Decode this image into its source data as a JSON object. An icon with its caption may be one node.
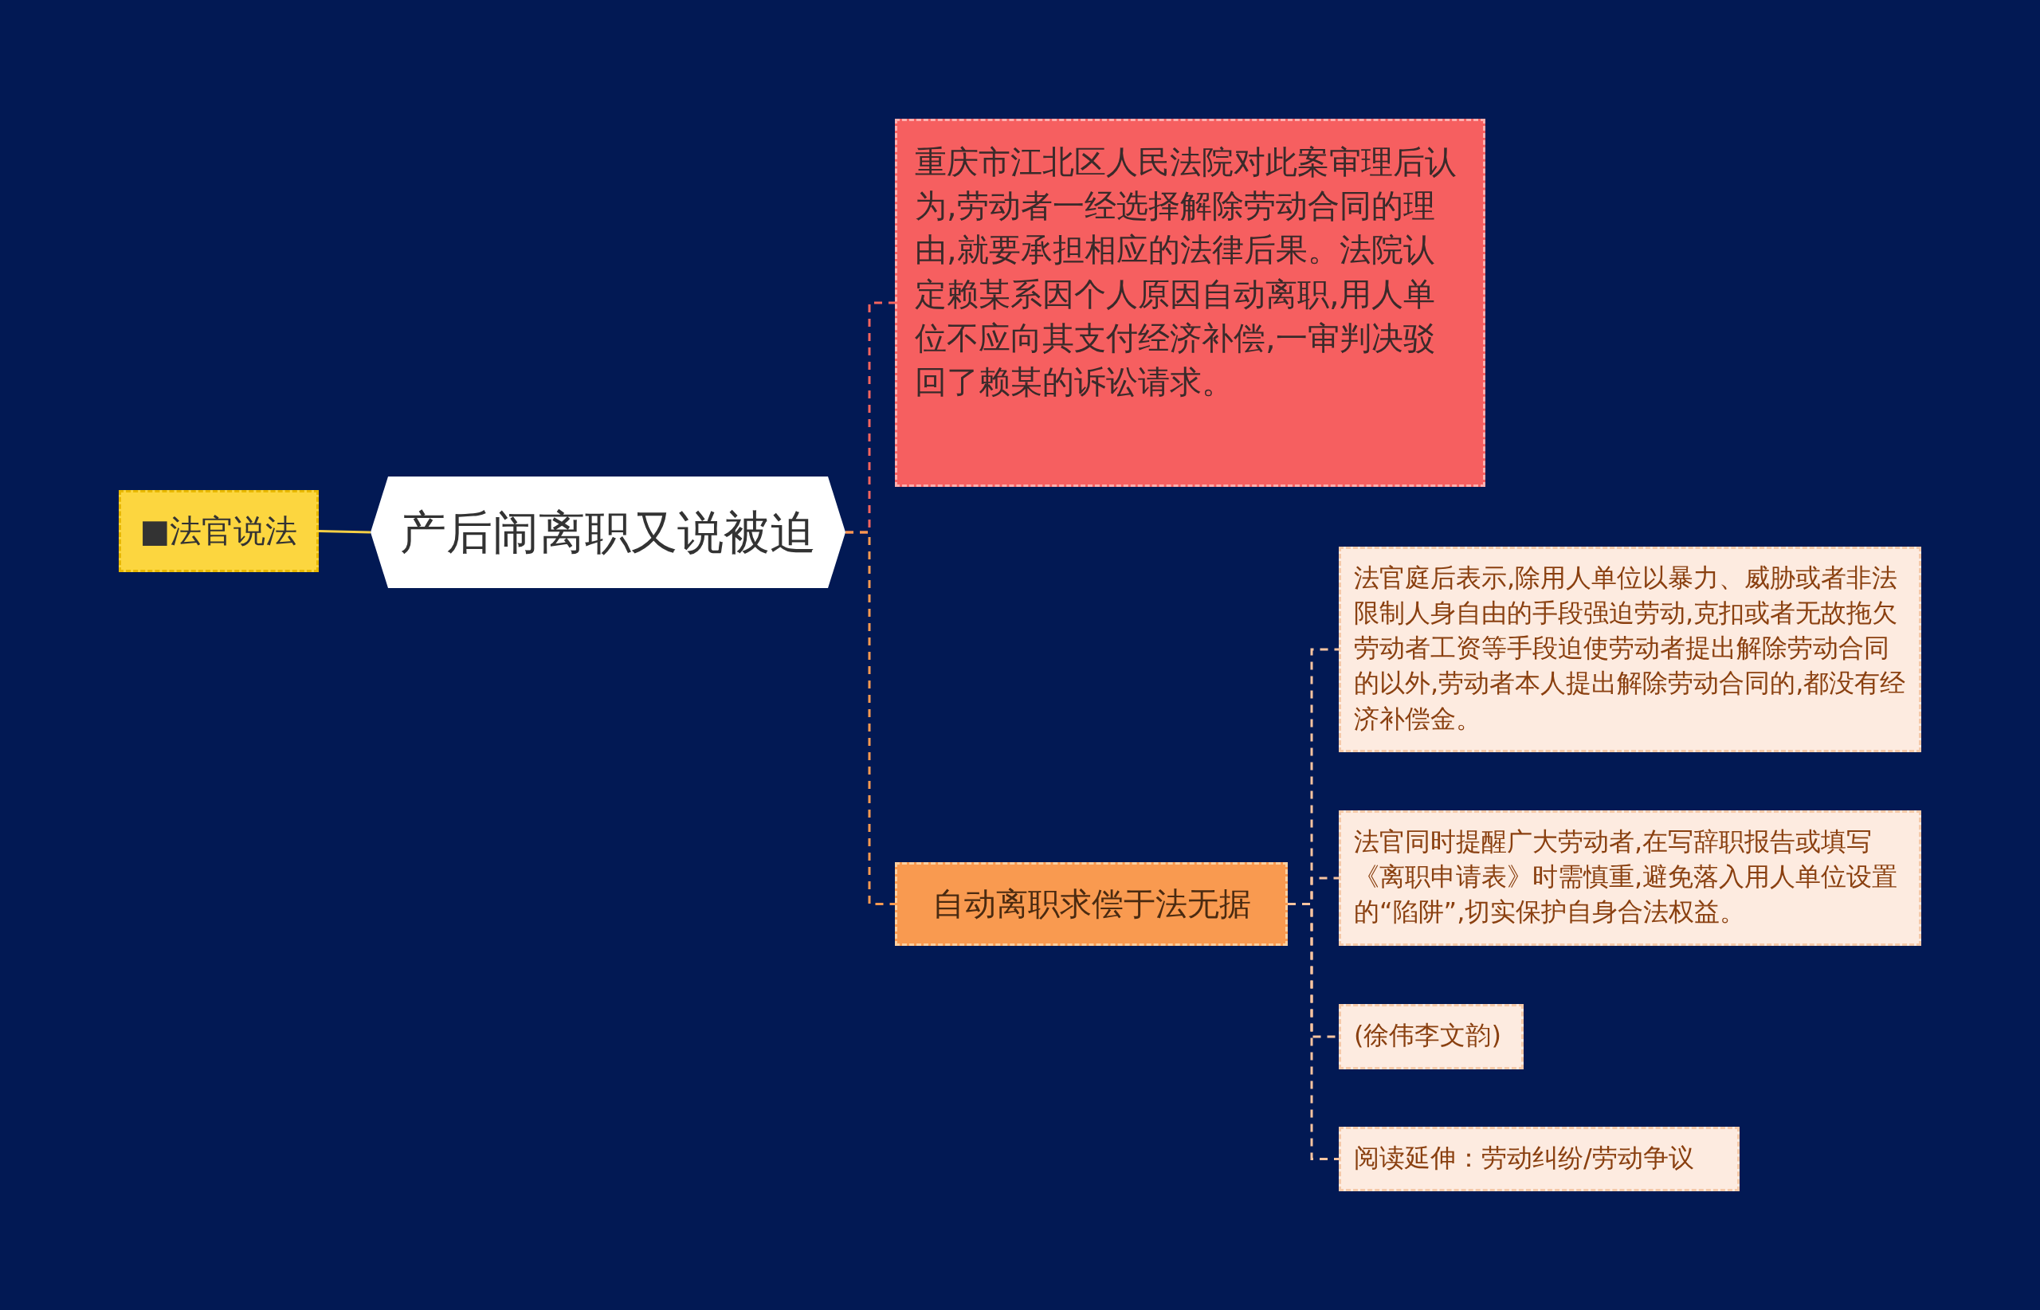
{
  "diagram": {
    "nodes": [
      {
        "text": [
          "产后闹离职又说被迫"
        ]
      },
      {
        "text": [
          "■法官说法"
        ]
      },
      {
        "text": [
          "重庆市江北区人民法院对此案审理后认为,劳动者一经选择解除劳动合同的理由,就要承担相应的法律后果。法院认定赖某系因个人原因自动离职,用人单位不应向其支付经济补偿,一审判决驳回了赖某的诉讼请求。"
        ]
      },
      {
        "text": [
          "自动离职求偿于法无据"
        ]
      },
      {
        "text": [
          "法官庭后表示,除用人单位以暴力、威胁或者非法限制人身自由的手段强迫劳动,克扣或者无故拖欠劳动者工资等手段迫使劳动者提出解除劳动合同的以外,劳动者本人提出解除劳动合同的,都没有经济补偿金。"
        ]
      },
      {
        "text": [
          "法官同时提醒广大劳动者,在写辞职报告或填写《离职申请表》时需慎重,避免落入用人单位设置的“陷阱”,切实保护自身合法权益。"
        ]
      },
      {
        "text": [
          "(徐伟李文韵)"
        ]
      },
      {
        "text": [
          "阅读延伸：劳动纠纷/劳动争议"
        ]
      }
    ],
    "edges": [
      {
        "from": 0,
        "to": 1,
        "arrow": "none",
        "color": "#f5cf45"
      },
      {
        "from": 0,
        "to": 2,
        "arrow": "none",
        "style": "dashed",
        "color": "#f4645e"
      },
      {
        "from": 0,
        "to": 3,
        "arrow": "none",
        "style": "dashed",
        "color": "#f99a50"
      },
      {
        "from": 3,
        "to": 4,
        "arrow": "none",
        "style": "dashed"
      },
      {
        "from": 3,
        "to": 5,
        "arrow": "none",
        "style": "dashed"
      },
      {
        "from": 3,
        "to": 6,
        "arrow": "none",
        "style": "dashed"
      },
      {
        "from": 3,
        "to": 7,
        "arrow": "none",
        "style": "dashed"
      }
    ]
  }
}
